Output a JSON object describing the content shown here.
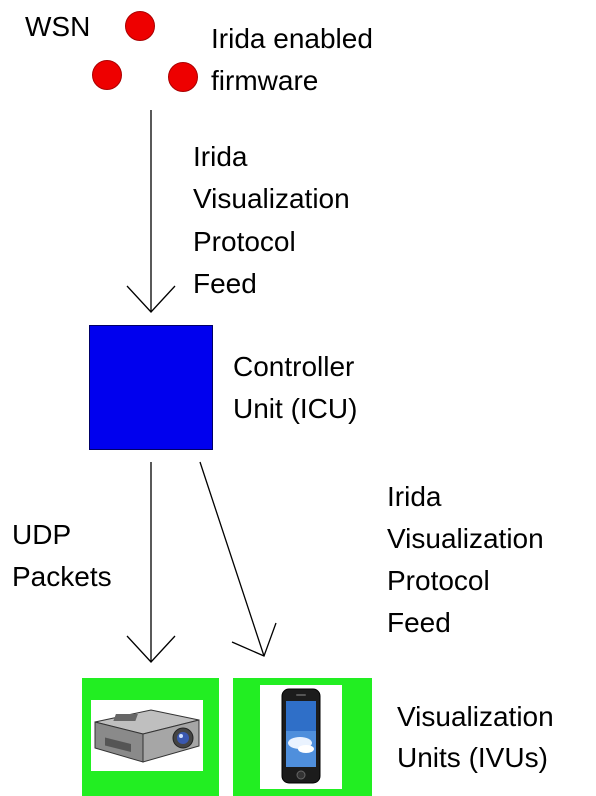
{
  "wsn": {
    "label": "WSN",
    "firmware_line1": "Irida enabled",
    "firmware_line2": "firmware"
  },
  "feed_top": {
    "line1": "Irida",
    "line2": "Visualization",
    "line3": "Protocol",
    "line4": "Feed"
  },
  "icu": {
    "line1": "Controller",
    "line2": "Unit (ICU)",
    "color": "#0000ee"
  },
  "udp": {
    "line1": "UDP",
    "line2": "Packets"
  },
  "feed_right": {
    "line1": "Irida",
    "line2": "Visualization",
    "line3": "Protocol",
    "line4": "Feed"
  },
  "ivu": {
    "line1": "Visualization",
    "line2": "Units (IVUs)",
    "frame_color": "#22ee22",
    "icons": [
      "projector-icon",
      "smartphone-icon"
    ]
  },
  "node_color": "#ee0000"
}
